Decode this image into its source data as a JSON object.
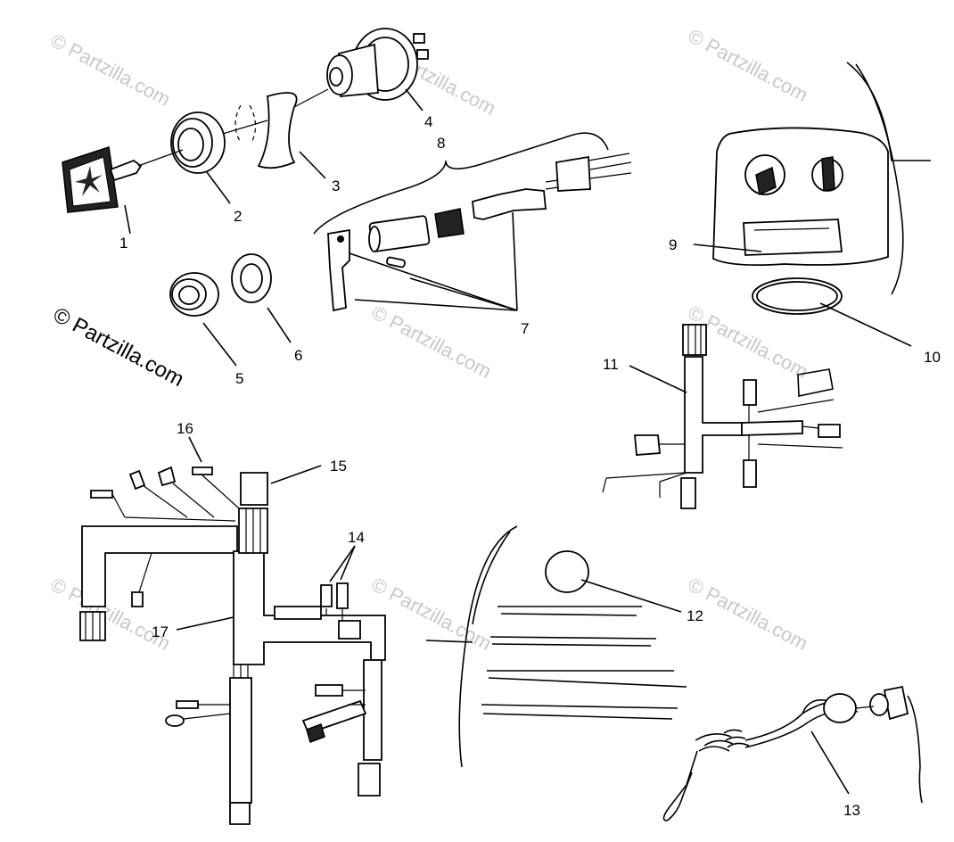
{
  "watermark": {
    "text": "© Partzilla.com",
    "main_text": "© Partzilla.com"
  },
  "callouts": [
    {
      "id": "1",
      "label": "1"
    },
    {
      "id": "2",
      "label": "2"
    },
    {
      "id": "3",
      "label": "3"
    },
    {
      "id": "4",
      "label": "4"
    },
    {
      "id": "5",
      "label": "5"
    },
    {
      "id": "6",
      "label": "6"
    },
    {
      "id": "7",
      "label": "7"
    },
    {
      "id": "8",
      "label": "8"
    },
    {
      "id": "9",
      "label": "9"
    },
    {
      "id": "10",
      "label": "10"
    },
    {
      "id": "11",
      "label": "11"
    },
    {
      "id": "12",
      "label": "12"
    },
    {
      "id": "13",
      "label": "13"
    },
    {
      "id": "14",
      "label": "14"
    },
    {
      "id": "15",
      "label": "15"
    },
    {
      "id": "16",
      "label": "16"
    },
    {
      "id": "17",
      "label": "17"
    }
  ],
  "colors": {
    "line": "#000000",
    "watermark": "#c8c8c8",
    "background": "#ffffff"
  }
}
